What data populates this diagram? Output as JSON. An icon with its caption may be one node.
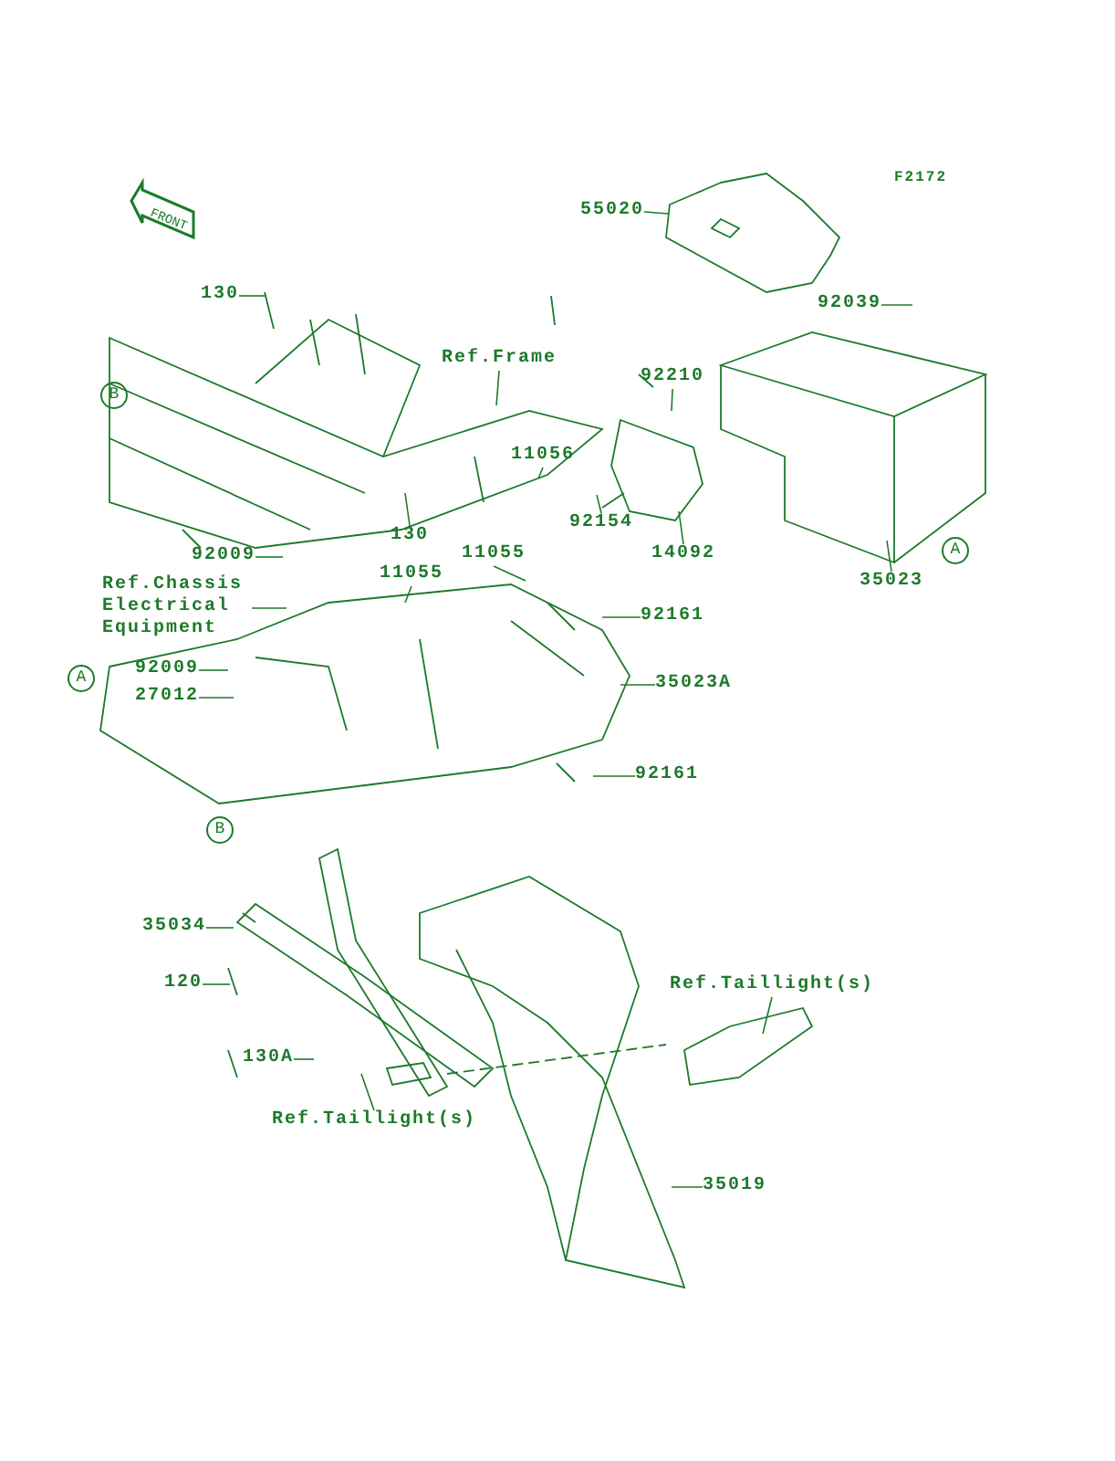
{
  "diagram": {
    "nodes": [
      {
        "text": [
          "130"
        ]
      },
      {
        "text": [
          "Ref.Frame"
        ]
      },
      {
        "text": [
          "11056"
        ]
      },
      {
        "text": [
          "130"
        ]
      },
      {
        "text": [
          "11055"
        ]
      },
      {
        "text": [
          "92009"
        ]
      },
      {
        "text": [
          "Ref.Chassis Electrical Equipment"
        ]
      },
      {
        "text": [
          "11055"
        ]
      },
      {
        "text": [
          "92009"
        ]
      },
      {
        "text": [
          "27012"
        ]
      },
      {
        "text": [
          "55020"
        ]
      },
      {
        "text": [
          "92039"
        ]
      },
      {
        "text": [
          "92210"
        ]
      },
      {
        "text": [
          "92154"
        ]
      },
      {
        "text": [
          "14092"
        ]
      },
      {
        "text": [
          "35023"
        ]
      },
      {
        "text": [
          "92161"
        ]
      },
      {
        "text": [
          "35023A"
        ]
      },
      {
        "text": [
          "92161"
        ]
      },
      {
        "text": [
          "35034"
        ]
      },
      {
        "text": [
          "120"
        ]
      },
      {
        "text": [
          "130A"
        ]
      },
      {
        "text": [
          "Ref.Taillight(s)"
        ]
      },
      {
        "text": [
          "Ref.Taillight(s)"
        ]
      },
      {
        "text": [
          "35019"
        ]
      }
    ],
    "edges": [
      {
        "from": 0,
        "to": null,
        "arrow": "none"
      },
      {
        "from": 1,
        "to": null,
        "arrow": "none"
      },
      {
        "from": 2,
        "to": null,
        "arrow": "none"
      },
      {
        "from": 3,
        "to": null,
        "arrow": "none"
      },
      {
        "from": 4,
        "to": null,
        "arrow": "none"
      },
      {
        "from": 5,
        "to": null,
        "arrow": "none"
      },
      {
        "from": 6,
        "to": null,
        "arrow": "none"
      },
      {
        "from": 7,
        "to": null,
        "arrow": "none"
      },
      {
        "from": 8,
        "to": null,
        "arrow": "none"
      },
      {
        "from": 9,
        "to": null,
        "arrow": "none"
      },
      {
        "from": 10,
        "to": null,
        "arrow": "none"
      },
      {
        "from": 11,
        "to": null,
        "arrow": "none"
      },
      {
        "from": 12,
        "to": null,
        "arrow": "none"
      },
      {
        "from": 13,
        "to": null,
        "arrow": "none"
      },
      {
        "from": 14,
        "to": null,
        "arrow": "none"
      },
      {
        "from": 15,
        "to": null,
        "arrow": "none"
      },
      {
        "from": 16,
        "to": null,
        "arrow": "none"
      },
      {
        "from": 17,
        "to": null,
        "arrow": "none"
      },
      {
        "from": 18,
        "to": null,
        "arrow": "none"
      },
      {
        "from": 19,
        "to": null,
        "arrow": "none"
      },
      {
        "from": 20,
        "to": null,
        "arrow": "none"
      },
      {
        "from": 21,
        "to": null,
        "arrow": "none"
      },
      {
        "from": 22,
        "to": null,
        "arrow": "none"
      },
      {
        "from": 23,
        "to": null,
        "arrow": "none"
      },
      {
        "from": 24,
        "to": null,
        "arrow": "none"
      }
    ],
    "labels": [
      "F2172",
      "FRONT",
      "B",
      "A",
      "A",
      "B"
    ]
  }
}
